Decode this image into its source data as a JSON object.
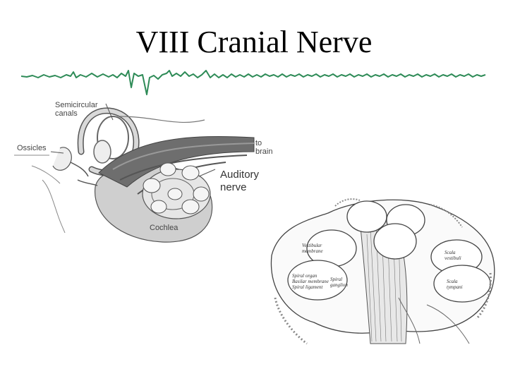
{
  "slide": {
    "title": "VIII Cranial Nerve"
  },
  "ear_diagram": {
    "labels": {
      "semicircular": "Semicircular",
      "canals": "canals",
      "ossicles": "Ossicles",
      "to": "to",
      "brain": "brain",
      "auditory": "Auditory",
      "nerve": "nerve",
      "cochlea": "Cochlea"
    }
  },
  "cochlea_section": {
    "labels": {
      "vestibular1": "Vestibular",
      "vestibular2": "membrane",
      "scala_vest1": "Scala",
      "scala_vest2": "vestibuli",
      "spiral_organ1": "Spiral organ",
      "spiral_organ2": "Basilar membrane",
      "spiral_ligament": "Spiral ligament",
      "spiral_ganglion1": "Spiral",
      "spiral_ganglion2": "ganglion",
      "scala_tymp1": "Scala",
      "scala_tymp2": "tympani"
    }
  }
}
